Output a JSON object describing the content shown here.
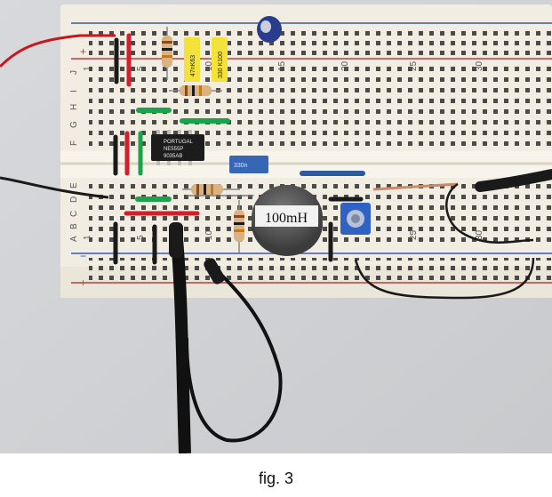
{
  "caption": "fig. 3",
  "board": {
    "row_letters_top": [
      "J",
      "I",
      "H",
      "G",
      "F"
    ],
    "row_letters_bottom": [
      "E",
      "D",
      "C",
      "B",
      "A"
    ],
    "column_numbers": [
      "1",
      "5",
      "10",
      "15",
      "20",
      "25",
      "30"
    ],
    "rail_plus": "+",
    "rail_minus": "−"
  },
  "labels": {
    "inductor": "100mH",
    "ic_line1": "PORTUGAL",
    "ic_line2": "NE555P",
    "ic_line3": "9035AB",
    "cap_blue": "330n",
    "cap_yellow1": "47nK63",
    "cap_yellow2": "330 K100"
  }
}
